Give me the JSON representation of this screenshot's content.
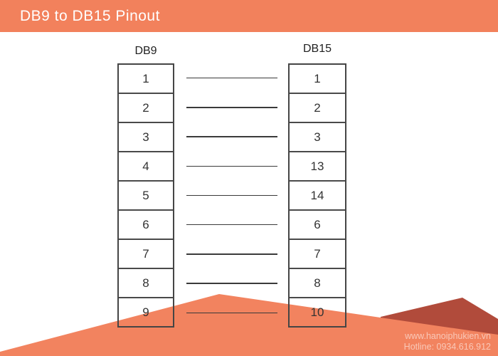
{
  "header": {
    "title": "DB9 to DB15 Pinout"
  },
  "diagram": {
    "left_connector": {
      "label": "DB9",
      "pins": [
        "1",
        "2",
        "3",
        "4",
        "5",
        "6",
        "7",
        "8",
        "9"
      ]
    },
    "right_connector": {
      "label": "DB15",
      "pins": [
        "1",
        "2",
        "3",
        "13",
        "14",
        "6",
        "7",
        "8",
        "10"
      ]
    },
    "connections": [
      [
        "1",
        "1"
      ],
      [
        "2",
        "2"
      ],
      [
        "3",
        "3"
      ],
      [
        "4",
        "13"
      ],
      [
        "5",
        "14"
      ],
      [
        "6",
        "6"
      ],
      [
        "7",
        "7"
      ],
      [
        "8",
        "8"
      ],
      [
        "9",
        "10"
      ]
    ]
  },
  "footer": {
    "website": "www.hanoiphukien.vn",
    "hotline": "Hotline: 0934.616.912"
  },
  "colors": {
    "accent": "#F2815C",
    "mountain_front": "#F2835F",
    "mountain_back": "#B14B3B",
    "box_border": "#454545",
    "connection_line": "#3A3A3A",
    "header_text": "#FFFFFF",
    "footer_text": "rgba(255,255,255,0.55)"
  }
}
